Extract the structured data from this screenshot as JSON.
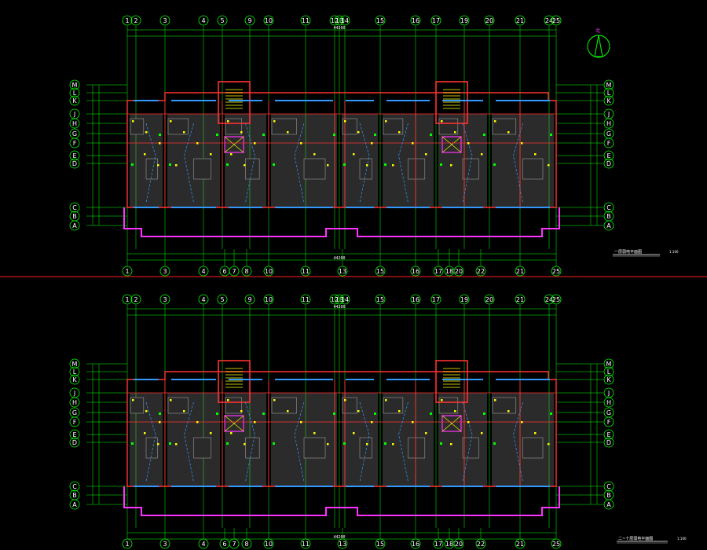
{
  "colors": {
    "background": "#000000",
    "grid": "#00ff00",
    "wall": "#ff3333",
    "window": "#3399ff",
    "fixture": "#ffff00",
    "slab": "#ff33ff",
    "text": "#ffffff",
    "fill": "#9a9a9a",
    "separator": "#ff0000"
  },
  "drawing": {
    "title_1": "一层弱电平面图",
    "scale_1": "1:100",
    "title_2": "二~十层弱电平面图",
    "scale_2": "1:100",
    "north_mark": "北"
  },
  "grid": {
    "columns": [
      "1",
      "2",
      "3",
      "4",
      "5",
      "9",
      "10",
      "11",
      "12",
      "13",
      "14",
      "15",
      "16",
      "17",
      "19",
      "20",
      "21",
      "24",
      "25"
    ],
    "columns_bottom": [
      "1",
      "3",
      "4",
      "6",
      "7",
      "8",
      "10",
      "11",
      "13",
      "15",
      "16",
      "17",
      "18",
      "20",
      "22",
      "21",
      "25"
    ],
    "rows": [
      "M",
      "L",
      "K",
      "J",
      "H",
      "G",
      "F",
      "E",
      "D",
      "C",
      "B",
      "A"
    ],
    "overall_dim": "44200"
  }
}
